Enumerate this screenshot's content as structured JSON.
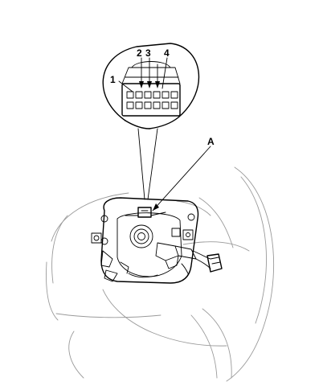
{
  "labels": {
    "pin1": "1",
    "pin2": "2",
    "pin3": "3",
    "pin4": "4",
    "callout_a": "A"
  },
  "colors": {
    "line": "#000000",
    "wheel_outline": "#9a9a9a",
    "background": "#ffffff"
  }
}
